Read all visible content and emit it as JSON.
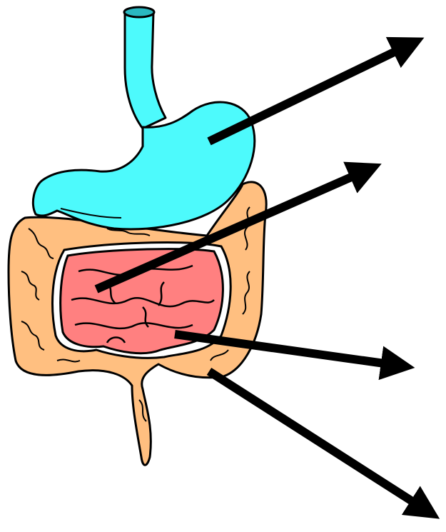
{
  "diagram": {
    "kind": "digestive-system",
    "labels": [],
    "organs": [
      {
        "id": "esophagus",
        "icon": "esophagus-icon",
        "color": "#4dfafc"
      },
      {
        "id": "stomach",
        "icon": "stomach-icon",
        "color": "#4dfafc"
      },
      {
        "id": "small-intestine",
        "icon": "small-intestine-icon",
        "color": "#ff8080"
      },
      {
        "id": "large-intestine",
        "icon": "large-intestine-icon",
        "color": "#ffbf80"
      }
    ],
    "pointers": [
      {
        "id": "stomach-pointer",
        "target": "stomach"
      },
      {
        "id": "small-intestine-pointer",
        "target": "small-intestine"
      },
      {
        "id": "lower-small-intestine-pointer",
        "target": "small-intestine"
      },
      {
        "id": "large-intestine-pointer",
        "target": "large-intestine"
      }
    ],
    "colors": {
      "outline": "#000000",
      "arrow": "#000000",
      "background": "#ffffff"
    }
  }
}
